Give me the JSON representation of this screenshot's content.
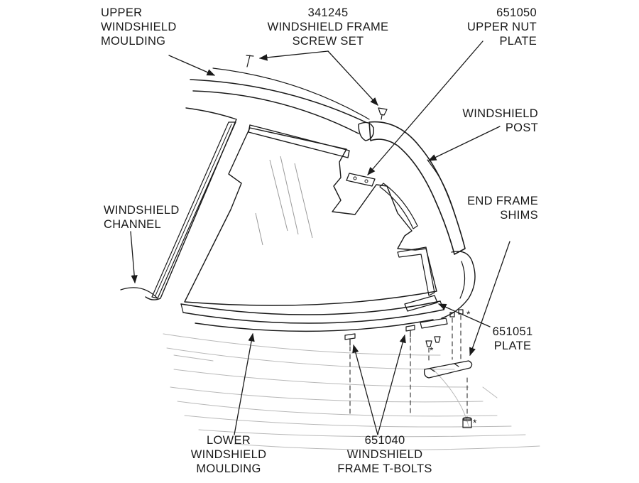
{
  "callouts": {
    "upper_moulding": [
      "UPPER",
      "WINDSHIELD",
      "MOULDING"
    ],
    "screw_set": [
      "341245",
      "WINDSHIELD FRAME",
      "SCREW SET"
    ],
    "upper_nut_plate": [
      "651050",
      "UPPER NUT",
      "PLATE"
    ],
    "windshield_post": [
      "WINDSHIELD",
      "POST"
    ],
    "end_frame_shims": [
      "END FRAME",
      "SHIMS"
    ],
    "windshield_channel": [
      "WINDSHIELD",
      "CHANNEL"
    ],
    "plate_651051": [
      "651051",
      "PLATE"
    ],
    "lower_moulding": [
      "LOWER",
      "WINDSHIELD",
      "MOULDING"
    ],
    "t_bolts": [
      "651040",
      "WINDSHIELD",
      "FRAME T-BOLTS"
    ]
  },
  "star_symbol": "*"
}
